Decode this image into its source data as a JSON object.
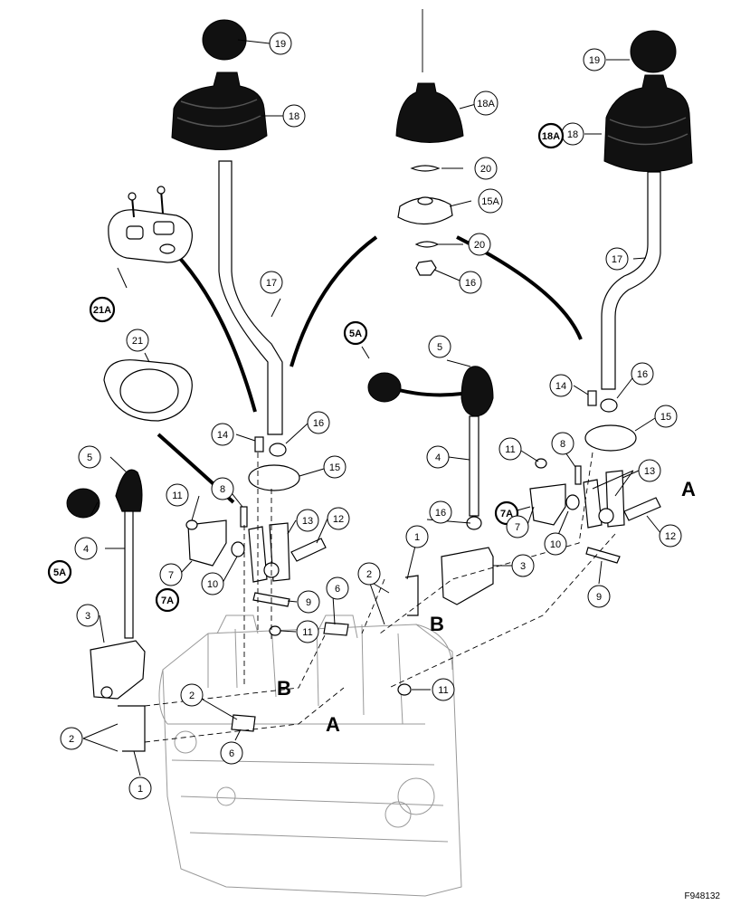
{
  "callouts": [
    {
      "id": "c19a",
      "text": "19"
    },
    {
      "id": "c18a",
      "text": "18"
    },
    {
      "id": "c18A",
      "text": "18A"
    },
    {
      "id": "c19b",
      "text": "19"
    },
    {
      "id": "c18b",
      "text": "18"
    },
    {
      "id": "c18Ab",
      "text": "18A"
    },
    {
      "id": "c20a",
      "text": "20"
    },
    {
      "id": "c15A",
      "text": "15A"
    },
    {
      "id": "c20b",
      "text": "20"
    },
    {
      "id": "c16a",
      "text": "16"
    },
    {
      "id": "c17a",
      "text": "17"
    },
    {
      "id": "c17b",
      "text": "17"
    },
    {
      "id": "c21A",
      "text": "21A"
    },
    {
      "id": "c21",
      "text": "21"
    },
    {
      "id": "c5Aa",
      "text": "5A"
    },
    {
      "id": "c5a",
      "text": "5"
    },
    {
      "id": "c14a",
      "text": "14"
    },
    {
      "id": "c16b",
      "text": "16"
    },
    {
      "id": "c15a",
      "text": "15"
    },
    {
      "id": "c14b",
      "text": "14"
    },
    {
      "id": "c16c",
      "text": "16"
    },
    {
      "id": "c15b",
      "text": "15"
    },
    {
      "id": "c5b",
      "text": "5"
    },
    {
      "id": "c4a",
      "text": "4"
    },
    {
      "id": "c11a",
      "text": "11"
    },
    {
      "id": "c8a",
      "text": "8"
    },
    {
      "id": "c13a",
      "text": "13"
    },
    {
      "id": "c12a",
      "text": "12"
    },
    {
      "id": "c7a",
      "text": "7"
    },
    {
      "id": "c7Aa",
      "text": "7A"
    },
    {
      "id": "c10a",
      "text": "10"
    },
    {
      "id": "c5Ab",
      "text": "5A"
    },
    {
      "id": "c4b",
      "text": "4"
    },
    {
      "id": "c3a",
      "text": "3"
    },
    {
      "id": "c9a",
      "text": "9"
    },
    {
      "id": "c6a",
      "text": "6"
    },
    {
      "id": "c11b",
      "text": "11"
    },
    {
      "id": "c2a",
      "text": "2"
    },
    {
      "id": "c1a",
      "text": "1"
    },
    {
      "id": "c2b",
      "text": "2"
    },
    {
      "id": "c6b",
      "text": "6"
    },
    {
      "id": "c2c",
      "text": "2"
    },
    {
      "id": "c1b",
      "text": "1"
    },
    {
      "id": "c16d",
      "text": "16"
    },
    {
      "id": "c3b",
      "text": "3"
    },
    {
      "id": "c11c",
      "text": "11"
    },
    {
      "id": "c8b",
      "text": "8"
    },
    {
      "id": "c13b",
      "text": "13"
    },
    {
      "id": "c7Ab",
      "text": "7A"
    },
    {
      "id": "c7b",
      "text": "7"
    },
    {
      "id": "c10b",
      "text": "10"
    },
    {
      "id": "c12b",
      "text": "12"
    },
    {
      "id": "c9b",
      "text": "9"
    },
    {
      "id": "c11d",
      "text": "11"
    }
  ],
  "letters": {
    "a1": "A",
    "b1": "B",
    "b2": "B",
    "a2": "A"
  },
  "figure_id": "F948132"
}
